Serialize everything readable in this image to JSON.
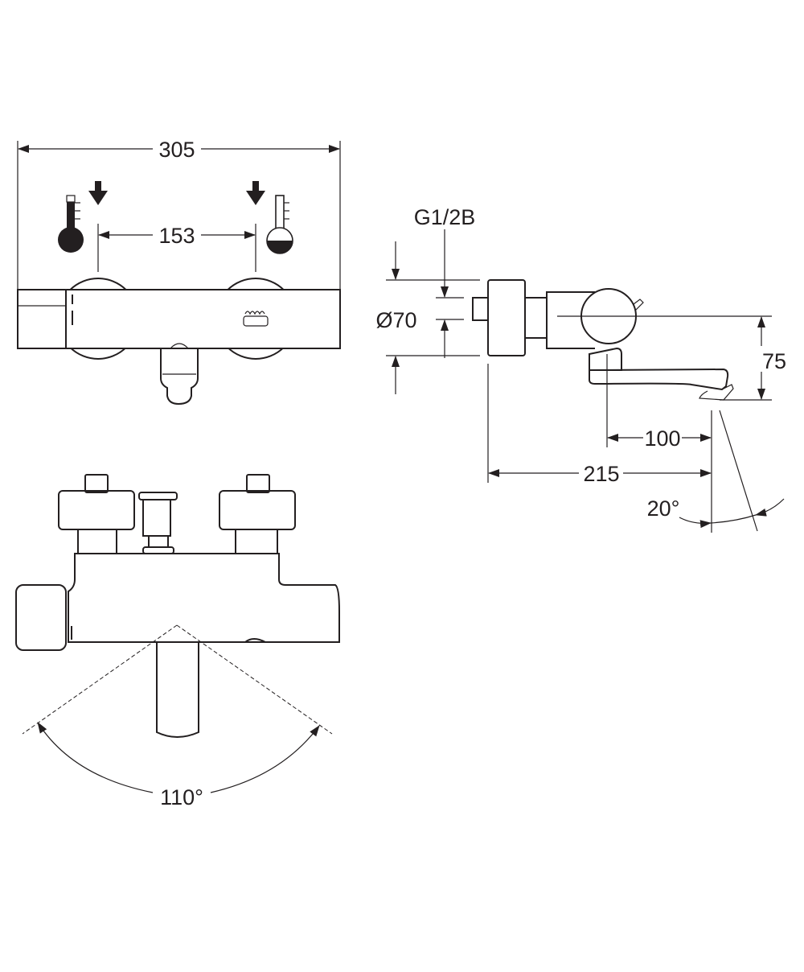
{
  "front_view": {
    "overall_width": "305",
    "inlet_spacing": "153",
    "hot_icon": "thermometer-hot-icon",
    "cold_icon": "thermometer-cold-icon"
  },
  "side_view": {
    "thread": "G1/2B",
    "diameter": "Ø70",
    "height": "75",
    "spout_offset": "100",
    "projection": "215",
    "tilt_angle": "20°"
  },
  "top_view": {
    "swivel_angle": "110°"
  },
  "colors": {
    "line": "#231f20",
    "background": "#ffffff"
  }
}
